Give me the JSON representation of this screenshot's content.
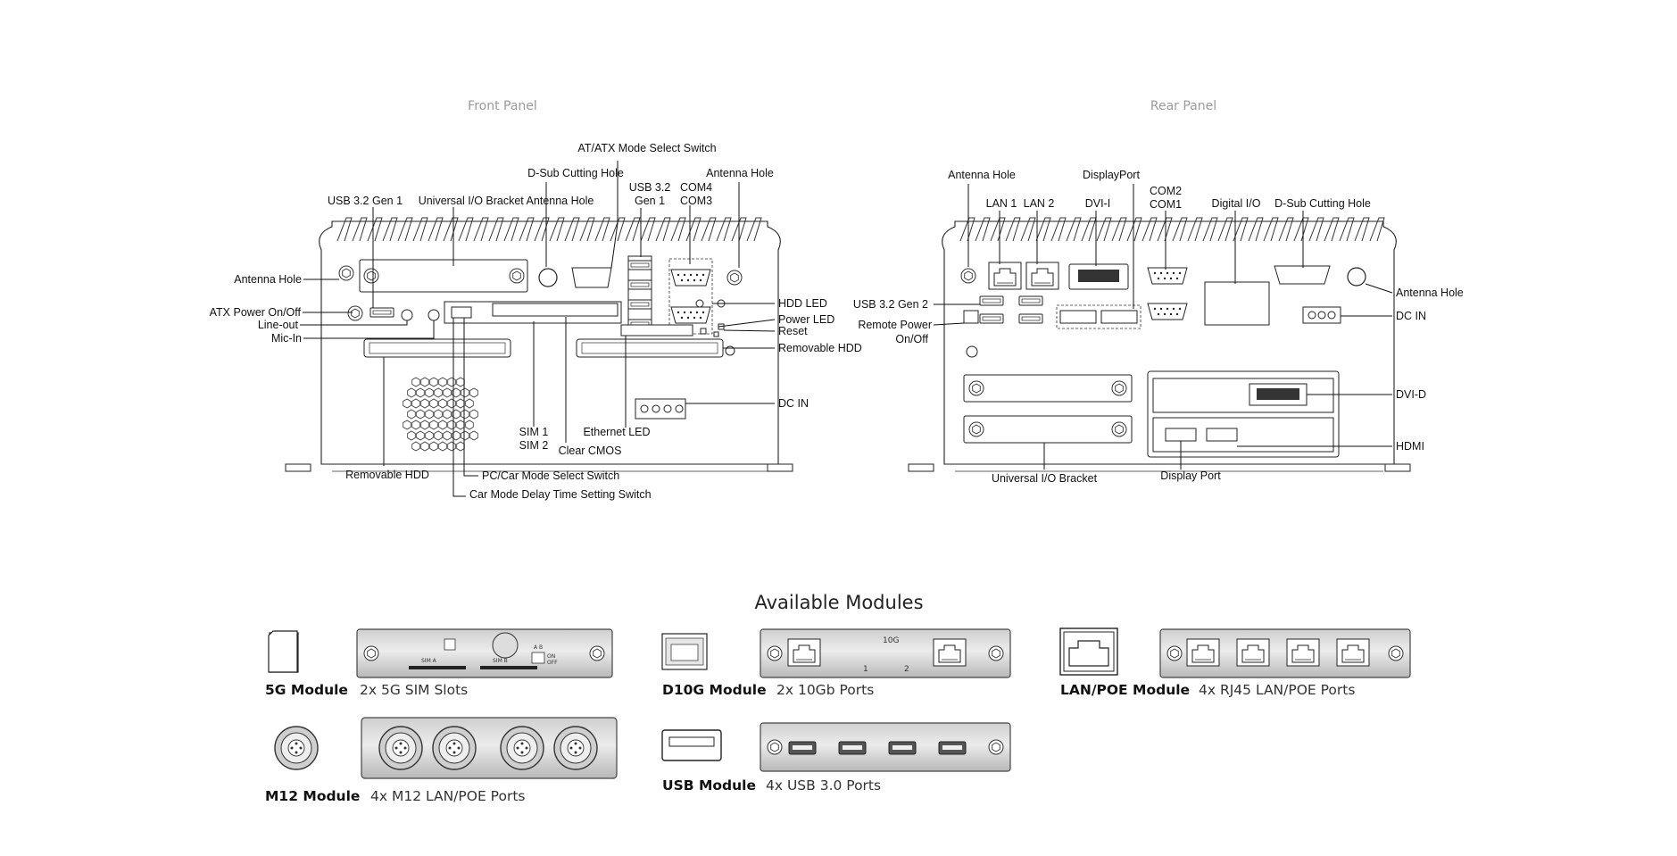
{
  "front_panel": {
    "title": "Front Panel",
    "labels": {
      "usb32_gen1_left": "USB 3.2 Gen 1",
      "universal_io_bracket_antenna_hole": "Universal I/O Bracket Antenna Hole",
      "dsub_cutting_hole": "D-Sub Cutting Hole",
      "at_atx_mode": "AT/ATX Mode Select Switch",
      "usb32_line1": "USB 3.2",
      "usb32_line2": "Gen 1",
      "com4": "COM4",
      "com3": "COM3",
      "antenna_hole_right": "Antenna Hole",
      "antenna_hole_left": "Antenna Hole",
      "atx_power": "ATX Power On/Off",
      "line_out": "Line-out",
      "mic_in": "Mic-In",
      "hdd_led": "HDD LED",
      "power_led": "Power LED",
      "reset": "Reset",
      "removable_hdd_right": "Removable HDD",
      "dc_in": "DC IN",
      "sim1": "SIM 1",
      "sim2": "SIM 2",
      "clear_cmos": "Clear CMOS",
      "ethernet_led": "Ethernet LED",
      "removable_hdd_left": "Removable HDD",
      "pc_car_mode": "PC/Car Mode Select Switch",
      "car_mode_delay": "Car Mode Delay Time Setting Switch"
    }
  },
  "rear_panel": {
    "title": "Rear Panel",
    "labels": {
      "antenna_hole_left": "Antenna Hole",
      "lan1": "LAN 1",
      "lan2": "LAN 2",
      "dvi_i": "DVI-I",
      "displayport_top": "DisplayPort",
      "com2": "COM2",
      "com1": "COM1",
      "digital_io": "Digital I/O",
      "dsub_cutting_hole": "D-Sub Cutting Hole",
      "usb32_gen2": "USB 3.2 Gen 2",
      "remote_power_line1": "Remote Power",
      "remote_power_line2": "On/Off",
      "antenna_hole_right": "Antenna Hole",
      "dc_in": "DC IN",
      "dvi_d": "DVI-D",
      "hdmi": "HDMI",
      "universal_io_bracket": "Universal I/O Bracket",
      "display_port_bottom": "Display Port"
    }
  },
  "modules_section": {
    "title": "Available Modules",
    "modules": [
      {
        "name": "5G Module",
        "desc": "2x 5G SIM Slots",
        "plate_text": [
          "SIM A",
          "SIM B",
          "A B",
          "ON",
          "OFF"
        ]
      },
      {
        "name": "D10G Module",
        "desc": "2x 10Gb Ports",
        "plate_text": [
          "10G",
          "1",
          "2"
        ]
      },
      {
        "name": "LAN/POE Module",
        "desc": "4x RJ45 LAN/POE Ports"
      },
      {
        "name": "M12 Module",
        "desc": "4x M12 LAN/POE Ports"
      },
      {
        "name": "USB Module",
        "desc": "4x USB 3.0 Ports"
      }
    ]
  },
  "colors": {
    "line": "#222222",
    "title_gray": "#9a9a9a",
    "plate_light": "#e6e6e6",
    "plate_dark": "#b5b5b5"
  }
}
